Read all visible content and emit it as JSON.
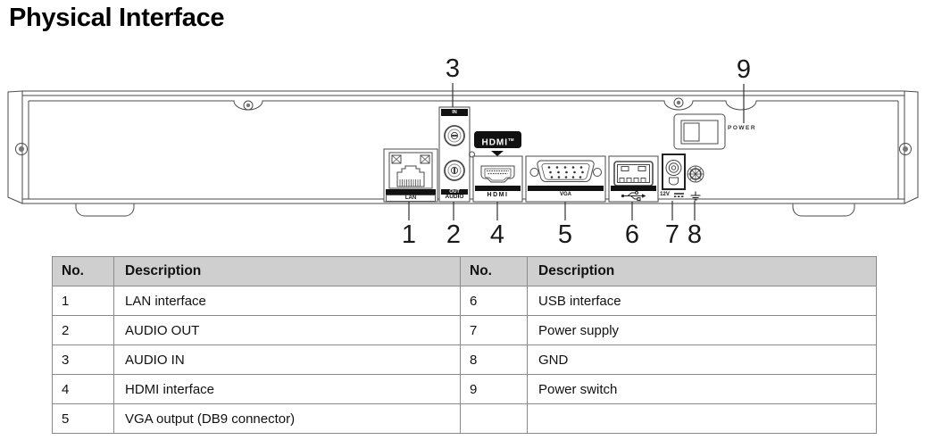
{
  "title": "Physical Interface",
  "colors": {
    "table_header_bg": "#cfcfcf",
    "table_border": "#8a8a8a",
    "line_art": "#4a4a4a",
    "bar_black": "#111111"
  },
  "diagram": {
    "panel_labels": {
      "lan": "LAN",
      "audio_in": "IN",
      "audio_out": "OUT",
      "audio": "AUDIO",
      "hdmi_badge": "HDMI",
      "hdmi_badge_tm": "TM",
      "hdmi": "HDMI",
      "vga": "VGA",
      "dc": "12V",
      "power": "POWER"
    },
    "callouts": {
      "c1": "1",
      "c2": "2",
      "c3": "3",
      "c4": "4",
      "c5": "5",
      "c6": "6",
      "c7": "7",
      "c8": "8",
      "c9": "9"
    }
  },
  "table": {
    "headers": {
      "no_left": "No.",
      "desc_left": "Description",
      "no_right": "No.",
      "desc_right": "Description"
    },
    "rows": [
      {
        "no_left": "1",
        "desc_left": "LAN interface",
        "no_right": "6",
        "desc_right": "USB interface"
      },
      {
        "no_left": "2",
        "desc_left": "AUDIO OUT",
        "no_right": "7",
        "desc_right": "Power supply"
      },
      {
        "no_left": "3",
        "desc_left": "AUDIO IN",
        "no_right": "8",
        "desc_right": "GND"
      },
      {
        "no_left": "4",
        "desc_left": "HDMI interface",
        "no_right": "9",
        "desc_right": "Power switch"
      },
      {
        "no_left": "5",
        "desc_left": "VGA output (DB9 connector)",
        "no_right": "",
        "desc_right": ""
      }
    ]
  }
}
